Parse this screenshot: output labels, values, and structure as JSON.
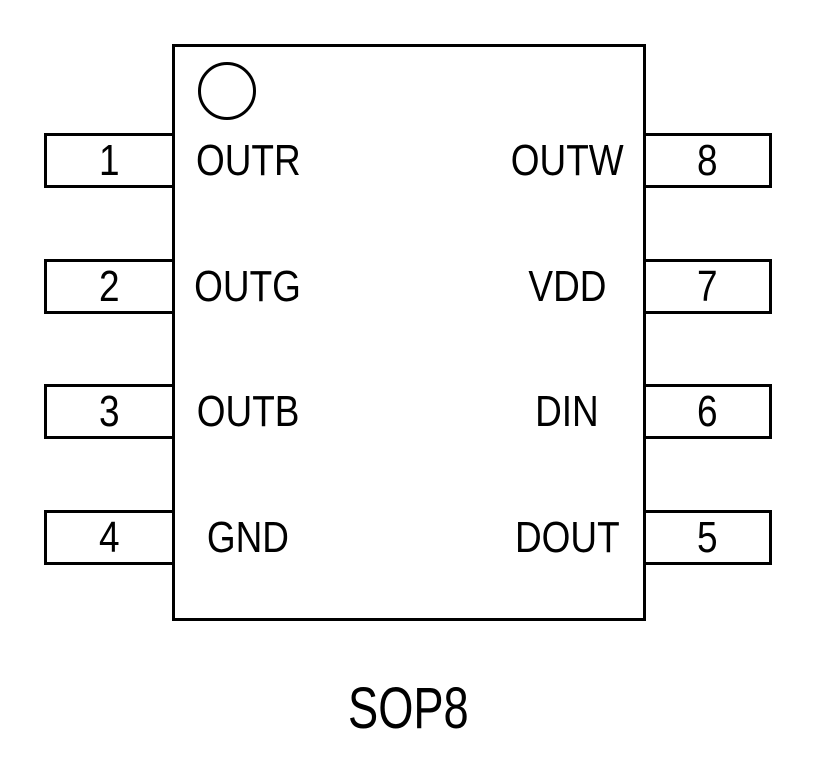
{
  "package": {
    "name": "SOP8",
    "pins": [
      {
        "number": "1",
        "name": "OUTR",
        "side": "left"
      },
      {
        "number": "2",
        "name": "OUTG",
        "side": "left"
      },
      {
        "number": "3",
        "name": "OUTB",
        "side": "left"
      },
      {
        "number": "4",
        "name": "GND",
        "side": "left"
      },
      {
        "number": "5",
        "name": "DOUT",
        "side": "right"
      },
      {
        "number": "6",
        "name": "DIN",
        "side": "right"
      },
      {
        "number": "7",
        "name": "VDD",
        "side": "right"
      },
      {
        "number": "8",
        "name": "OUTW",
        "side": "right"
      }
    ],
    "colors": {
      "line": "#000000",
      "background": "#ffffff"
    }
  }
}
